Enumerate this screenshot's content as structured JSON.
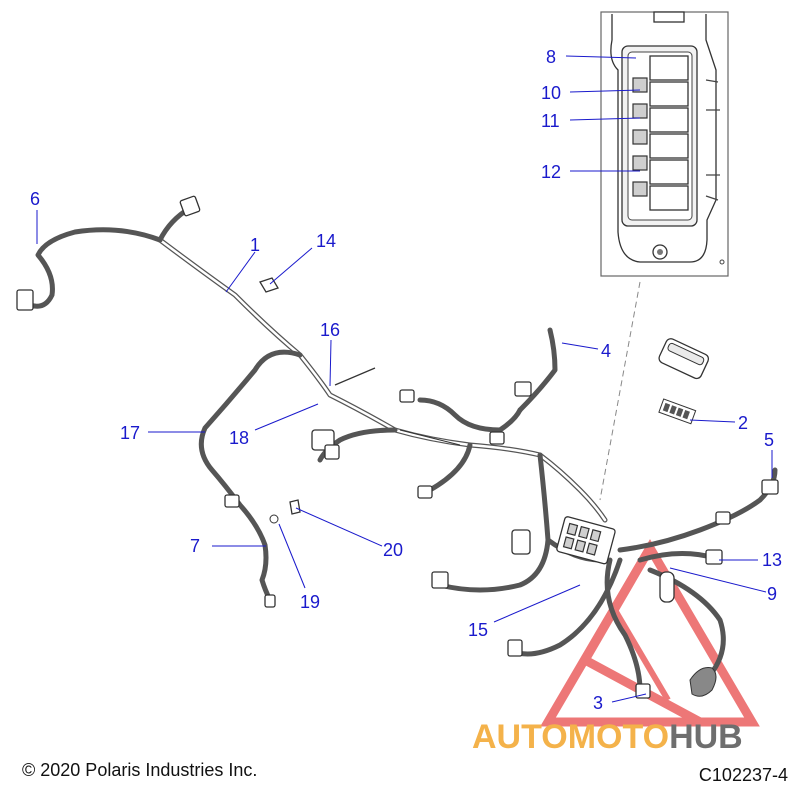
{
  "callouts": [
    {
      "id": "1",
      "label": "1"
    },
    {
      "id": "2",
      "label": "2"
    },
    {
      "id": "3",
      "label": "3"
    },
    {
      "id": "4",
      "label": "4"
    },
    {
      "id": "5",
      "label": "5"
    },
    {
      "id": "6",
      "label": "6"
    },
    {
      "id": "7",
      "label": "7"
    },
    {
      "id": "8",
      "label": "8"
    },
    {
      "id": "9",
      "label": "9"
    },
    {
      "id": "10",
      "label": "10"
    },
    {
      "id": "11",
      "label": "11"
    },
    {
      "id": "12",
      "label": "12"
    },
    {
      "id": "13",
      "label": "13"
    },
    {
      "id": "14",
      "label": "14"
    },
    {
      "id": "15",
      "label": "15"
    },
    {
      "id": "16",
      "label": "16"
    },
    {
      "id": "17",
      "label": "17"
    },
    {
      "id": "18",
      "label": "18"
    },
    {
      "id": "19",
      "label": "19"
    },
    {
      "id": "20",
      "label": "20"
    }
  ],
  "footer": {
    "copyright": "© 2020 Polaris Industries Inc.",
    "reference": "C102237-4"
  },
  "watermark": {
    "part_a": "AUTOMOTO",
    "part_b": "HUB",
    "colors": {
      "a": "#f4b24a",
      "b": "#6e6e6e",
      "triangle": "#e84a4a"
    }
  },
  "colors": {
    "callout": "#1a1acc",
    "line": "#333333"
  }
}
